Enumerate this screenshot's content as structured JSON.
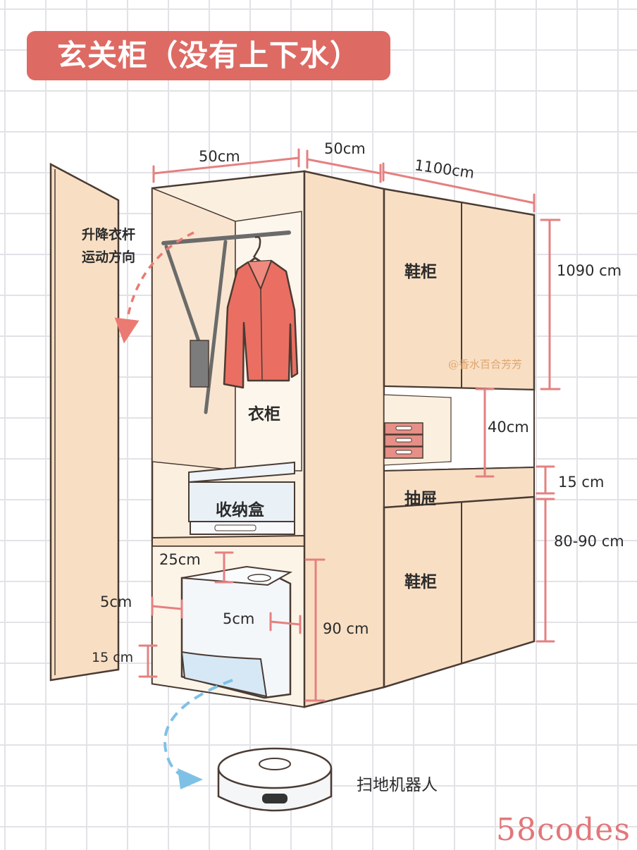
{
  "title": "玄关柜（没有上下水）",
  "labels": {
    "lift_rod_line1": "升降衣杆",
    "lift_rod_line2": "运动方向",
    "wardrobe": "衣柜",
    "storage_box": "收纳盒",
    "shoe_cabinet_top": "鞋柜",
    "drawer": "抽屉",
    "shoe_cabinet_bottom": "鞋柜",
    "robot": "扫地机器人"
  },
  "dimensions": {
    "wardrobe_width": "50cm",
    "cabinet_depth": "50cm",
    "shoe_width": "1100cm",
    "top_height": "1090 cm",
    "open_shelf": "40cm",
    "drawer_height": "15 cm",
    "bottom_height": "80-90 cm",
    "robot_top_gap": "25cm",
    "robot_left_gap": "5cm",
    "robot_right_gap": "5cm",
    "bottom_gap": "15 cm",
    "robot_bay_height": "90 cm"
  },
  "watermark": "@香水百合芳芳",
  "brand": "58codes",
  "colors": {
    "banner": "#de6a64",
    "cabinet_wood": "#f8dfc4",
    "cabinet_inner": "#fbf0e0",
    "outline": "#4a3b33",
    "dimension_line": "#e58080",
    "jacket": "#ea6f62",
    "arrow_red": "#ea7a72",
    "arrow_blue": "#7fc1e6",
    "storage_box": "#e9f1f7",
    "robot_window": "#d6e8f5"
  },
  "icons": [
    "jacket-icon",
    "hanger-icon",
    "drawer-box-icon",
    "robot-vacuum-icon",
    "lift-rod-icon"
  ]
}
